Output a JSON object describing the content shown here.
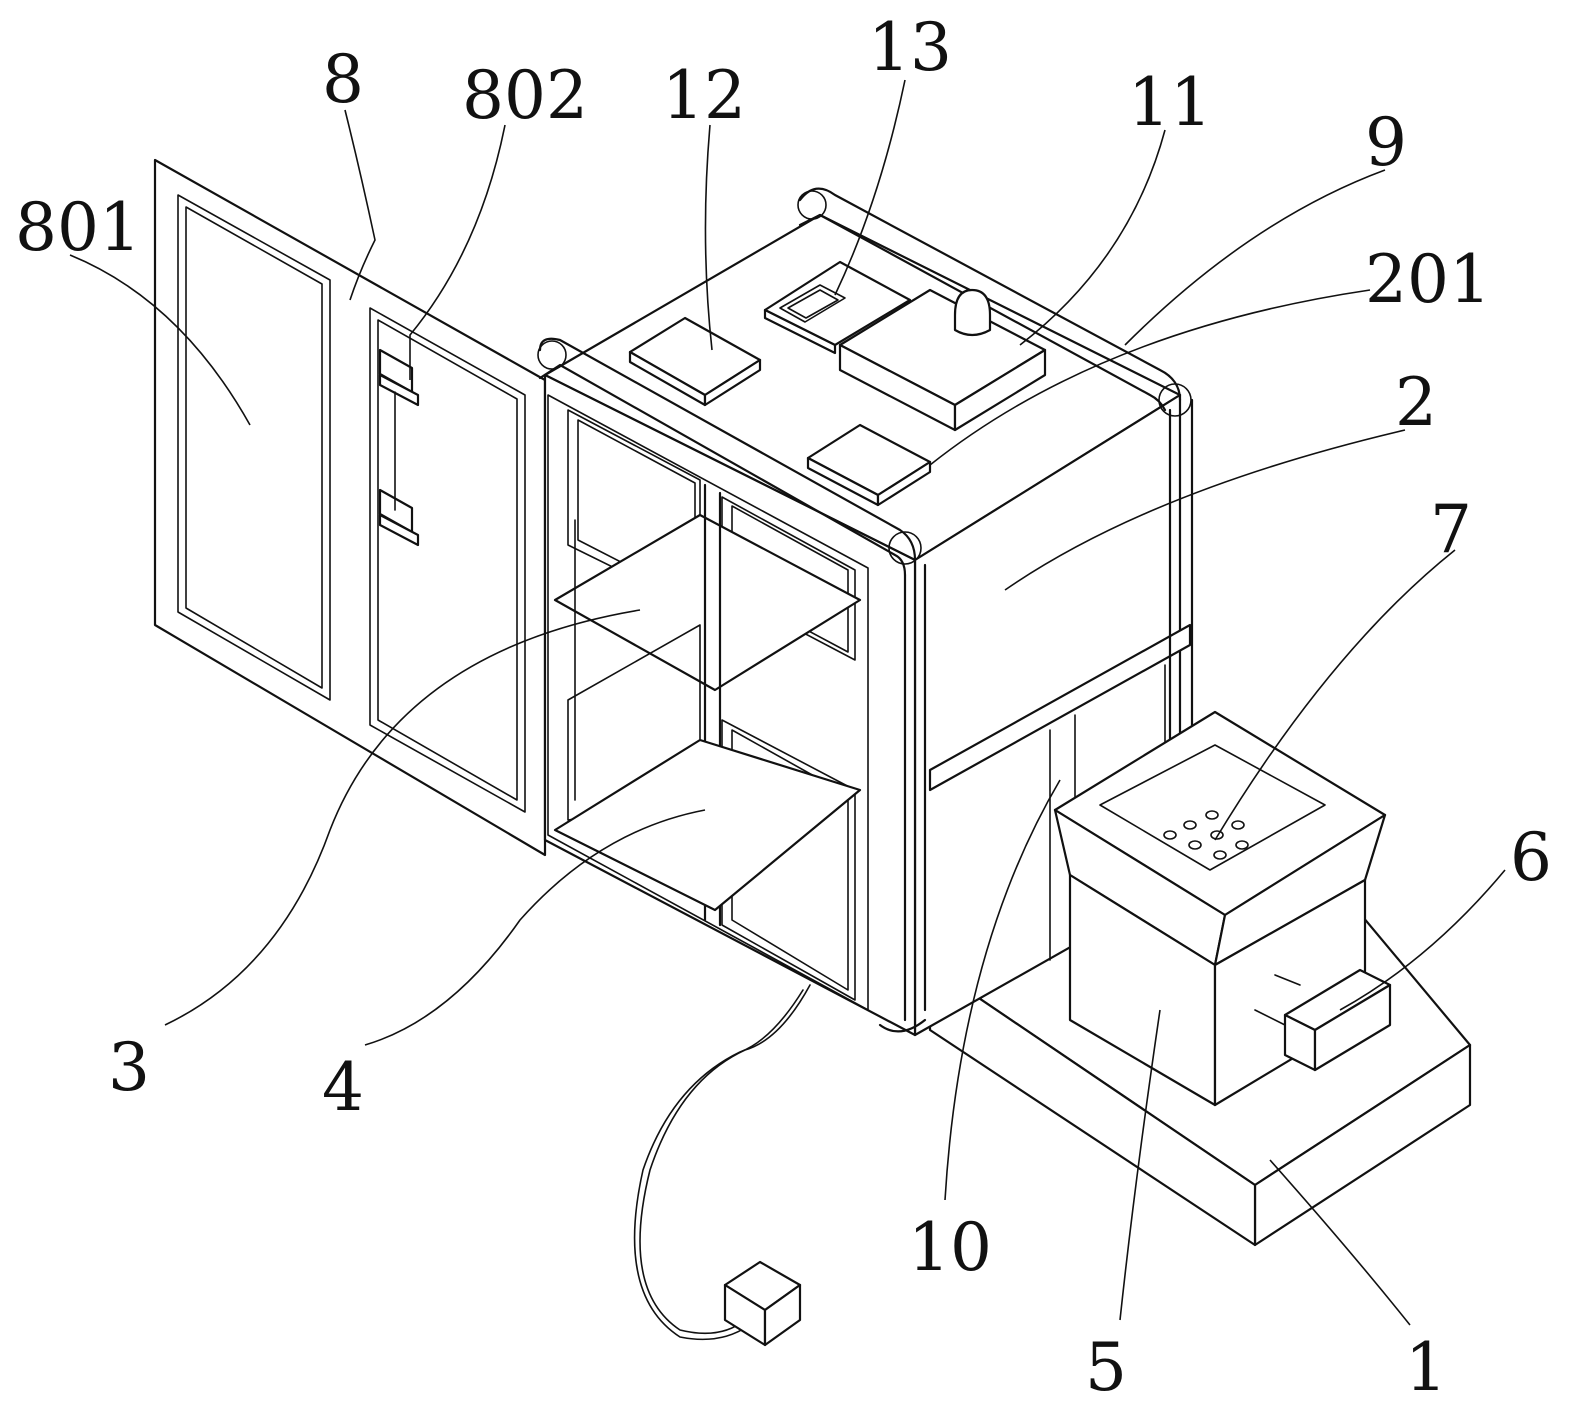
{
  "labels": {
    "l801": "801",
    "l8": "8",
    "l802": "802",
    "l12": "12",
    "l13": "13",
    "l11": "11",
    "l9": "9",
    "l201": "201",
    "l2": "2",
    "l7": "7",
    "l6": "6",
    "l3": "3",
    "l4": "4",
    "l10": "10",
    "l5": "5",
    "l1": "1"
  }
}
